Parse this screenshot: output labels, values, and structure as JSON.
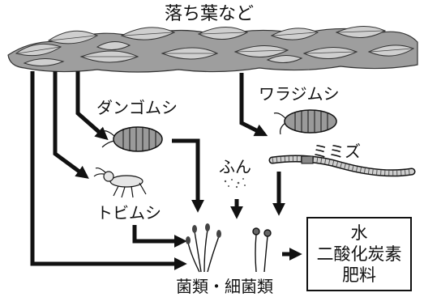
{
  "labels": {
    "fallen_leaves": "落ち葉など",
    "pill_bug": "ダンゴムシ",
    "woodlouse": "ワラジムシ",
    "feces": "ふん",
    "earthworm": "ミミズ",
    "springtail": "トビムシ",
    "fungi_bacteria": "菌類・細菌類"
  },
  "result": {
    "lines": [
      "水",
      "二酸化炭素",
      "肥料"
    ]
  },
  "colors": {
    "leaf_fill": "#bdbdbd",
    "leaf_dark": "#6e6e6e",
    "line": "#111111",
    "insect_fill": "#9a9a9a"
  }
}
